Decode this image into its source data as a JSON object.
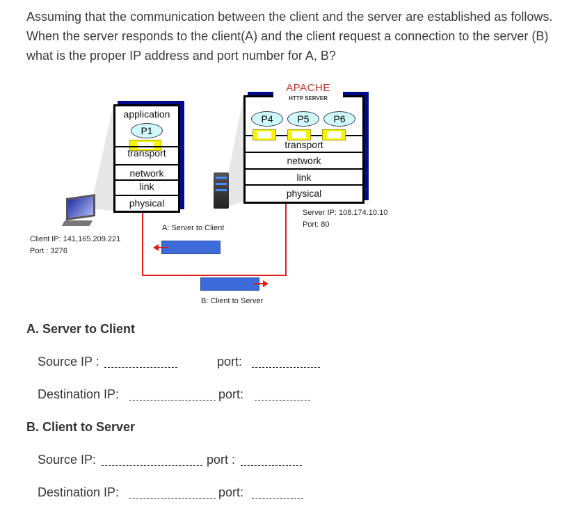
{
  "question": "Assuming that the communication between the client and the server are established as follows. When the server responds to the client(A) and the client request a connection to the server (B) what is the proper IP address and port number for A,  B?",
  "client": {
    "layers": [
      "application",
      "transport",
      "network",
      "link",
      "physical"
    ],
    "process": "P1",
    "ip_label": "Client  IP:  141,165.209.221",
    "port_label": "Port  :  3276"
  },
  "server": {
    "logo": "APACHE",
    "logo_sub": "HTTP SERVER",
    "layers": [
      "transport",
      "network",
      "link",
      "physical"
    ],
    "processes": [
      "P4",
      "P5",
      "P6"
    ],
    "ip_label": "Server IP:  108.174.10.10",
    "port_label": "Port:  80"
  },
  "arrows": {
    "a": "A: Server to Client",
    "b": "B: Client to Server"
  },
  "form": {
    "a_title": "A. Server to Client",
    "a_src": "Source IP :",
    "a_src_port": "port:",
    "a_dst": "Destination IP:",
    "a_dst_port": "port:",
    "b_title": "B. Client to Server",
    "b_src": "Source IP:",
    "b_src_port": "port :",
    "b_dst": "Destination IP:",
    "b_dst_port": "port:"
  },
  "colors": {
    "accent": "#e31b1b",
    "packet": "#3d6bd9",
    "shadow": "#000c8a"
  }
}
